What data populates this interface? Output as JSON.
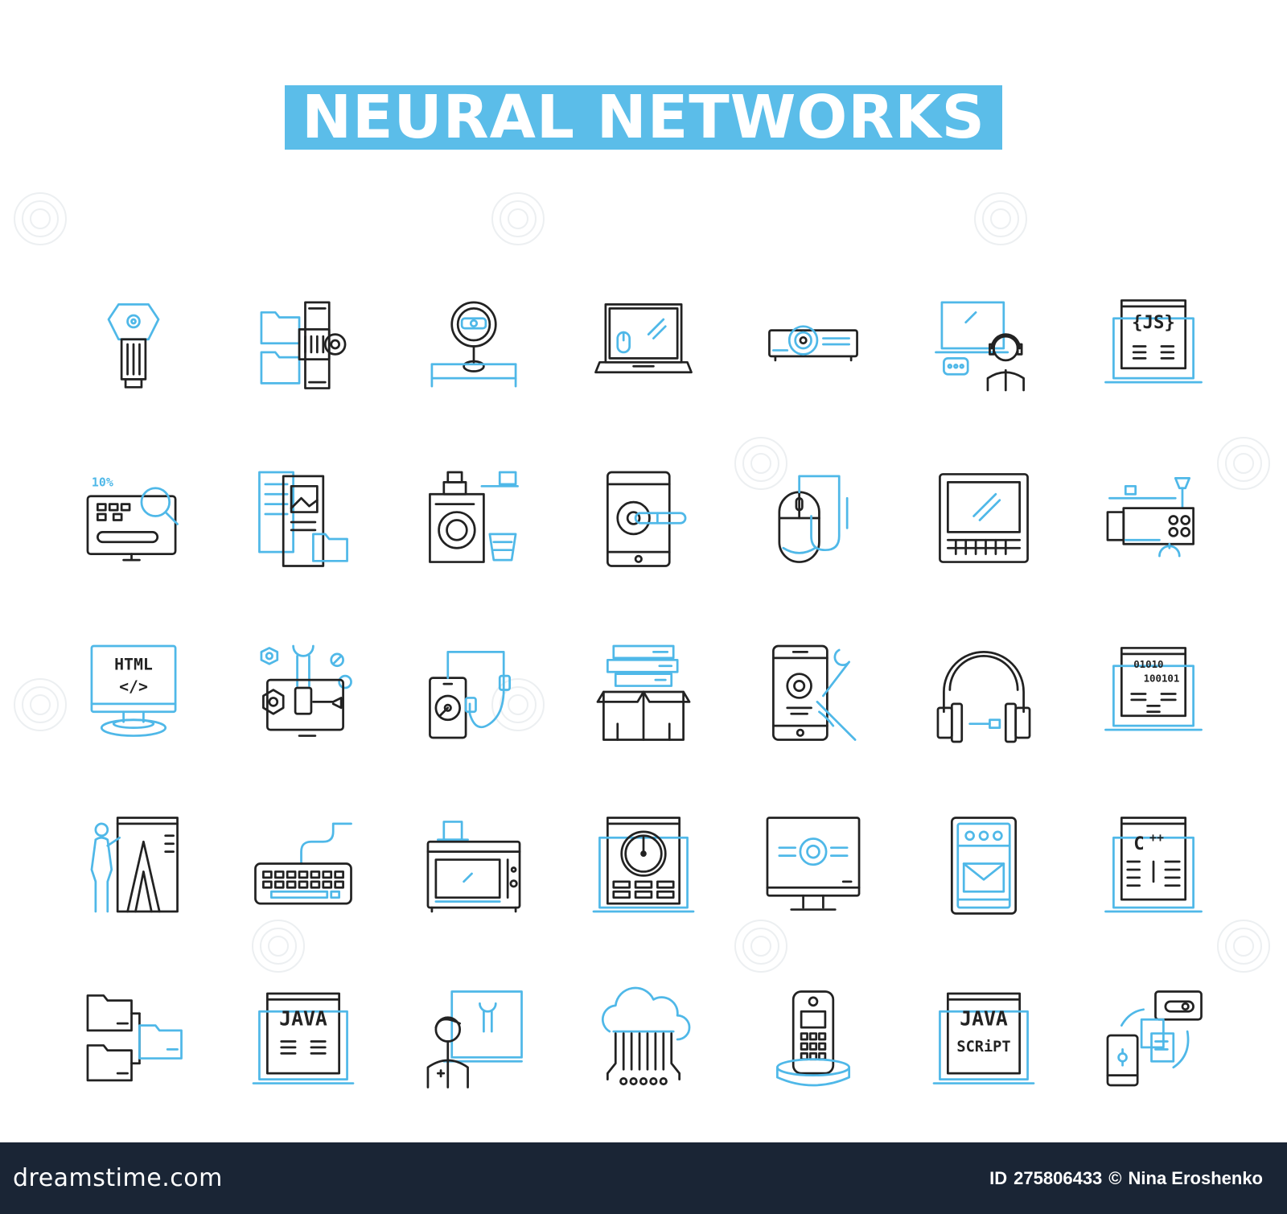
{
  "title": "NEURAL NETWORKS",
  "colors": {
    "accent": "#4fb8e8",
    "line": "#222222",
    "footer_bg": "#1a2535",
    "background": "#ffffff"
  },
  "icons": [
    "usb-drive-icon",
    "folder-sync-gear-icon",
    "webcam-icon",
    "laptop-mouse-icon",
    "projector-icon",
    "support-operator-laptop-icon",
    "js-laptop-icon",
    "monitor-search-percent-icon",
    "document-image-folder-icon",
    "washing-machine-icon",
    "tablet-key-icon",
    "computer-mouse-icon",
    "laptop-keyboard-icon",
    "video-camera-icon",
    "html-monitor-icon",
    "repair-laptop-tools-icon",
    "hard-drive-cable-icon",
    "server-boxes-icon",
    "smartphone-settings-icon",
    "headphones-icon",
    "binary-code-laptop-icon",
    "woman-presentation-icon",
    "keyboard-icon",
    "microwave-icon",
    "dashboard-laptop-icon",
    "monitor-settings-icon",
    "email-tablet-icon",
    "cpp-laptop-icon",
    "folder-tree-icon",
    "java-laptop-icon",
    "technician-icon",
    "cloud-network-icon",
    "cordless-phone-icon",
    "javascript-laptop-icon",
    "data-transfer-devices-icon"
  ],
  "icon_text": {
    "js": "{JS}",
    "html": "HTML",
    "html_tag": "</>",
    "binary_1": "01010",
    "binary_2": "100101",
    "cpp": "C",
    "cpp_plus": "++",
    "java": "JAVA",
    "javascript_1": "JAVA",
    "javascript_2": "SCRiPT",
    "percent": "10%"
  },
  "footer": {
    "logo": "dreamstime.com",
    "id_label": "ID",
    "image_id": "275806433",
    "copyright_symbol": "©",
    "author": "Nina Eroshenko"
  }
}
